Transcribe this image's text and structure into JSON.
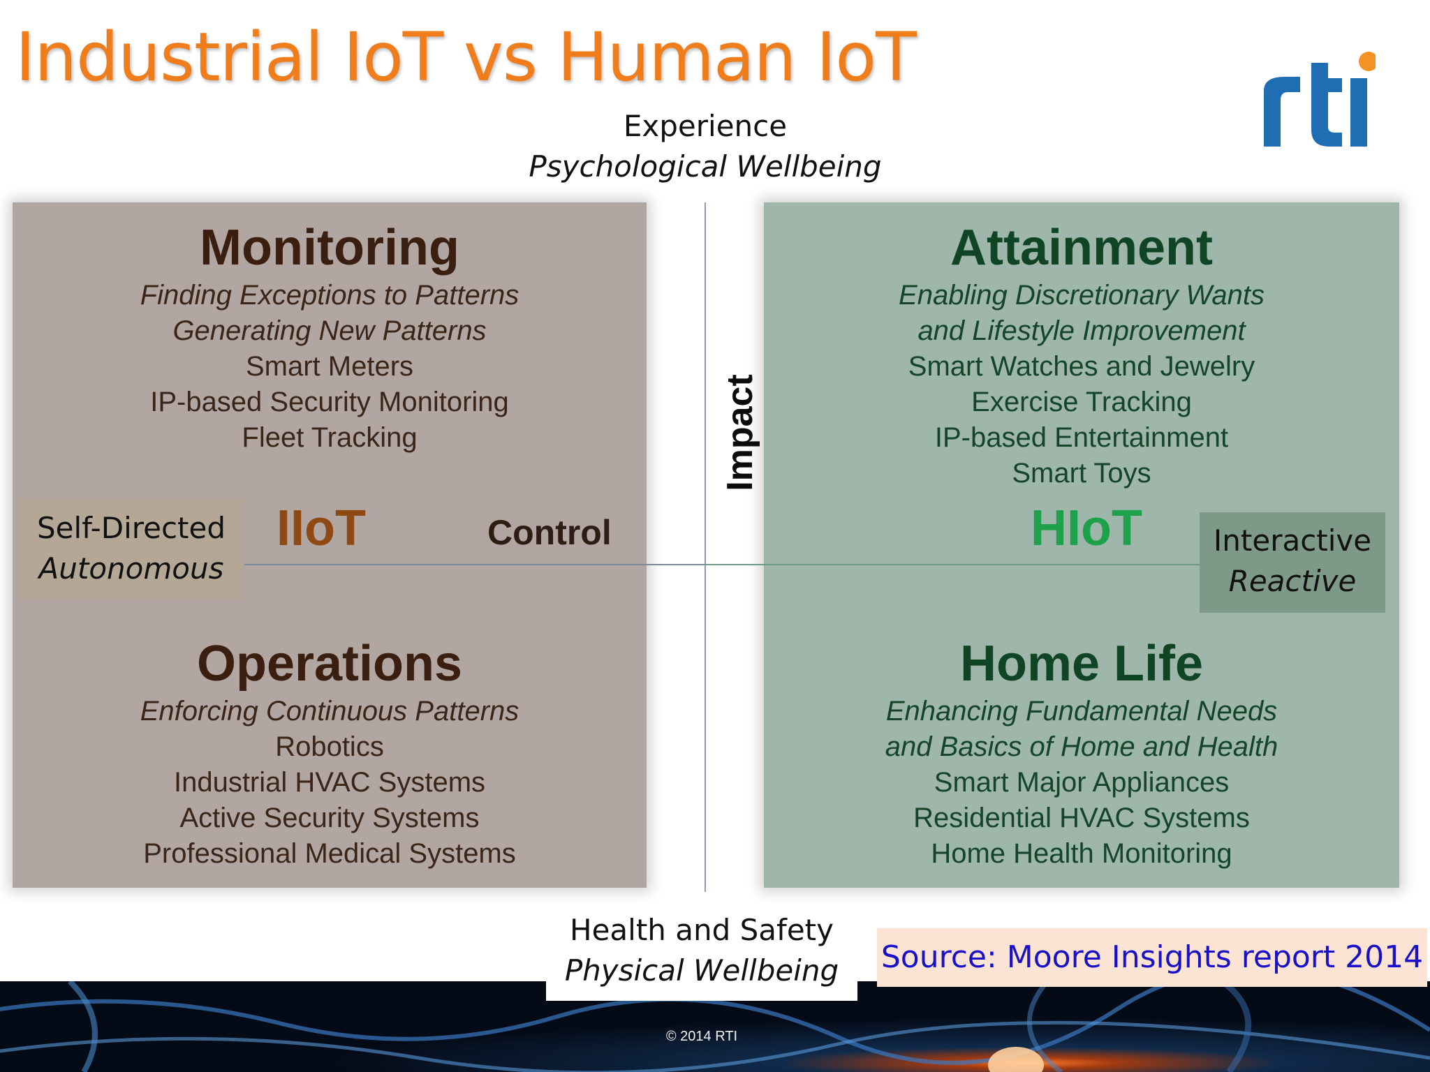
{
  "title": "Industrial IoT vs Human IoT",
  "logo": {
    "text": "rti",
    "colors": {
      "letters": "#1f6db3",
      "dot": "#f39323"
    }
  },
  "axes": {
    "top": {
      "line1": "Experience",
      "line2": "Psychological Wellbeing"
    },
    "bottom": {
      "line1": "Health and Safety",
      "line2": "Physical Wellbeing"
    },
    "left": {
      "line1": "Self-Directed",
      "line2": "Autonomous"
    },
    "right": {
      "line1": "Interactive",
      "line2": "Reactive"
    },
    "vertical_label": "Impact",
    "horizontal_label": "Control"
  },
  "quadrants": {
    "top_left": {
      "heading": "Monitoring",
      "subtitle_lines": [
        "Finding Exceptions to Patterns",
        "Generating New Patterns"
      ],
      "items": [
        "Smart Meters",
        "IP-based Security Monitoring",
        "Fleet Tracking"
      ]
    },
    "bottom_left": {
      "heading": "Operations",
      "subtitle_lines": [
        "Enforcing Continuous Patterns"
      ],
      "items": [
        "Robotics",
        "Industrial HVAC Systems",
        "Active Security Systems",
        "Professional Medical Systems"
      ]
    },
    "top_right": {
      "heading": "Attainment",
      "subtitle_lines": [
        "Enabling Discretionary Wants",
        "and Lifestyle Improvement"
      ],
      "items": [
        "Smart Watches and Jewelry",
        "Exercise Tracking",
        "IP-based Entertainment",
        "Smart Toys"
      ]
    },
    "bottom_right": {
      "heading": "Home Life",
      "subtitle_lines": [
        "Enhancing Fundamental Needs",
        "and Basics of Home and Health"
      ],
      "items": [
        "Smart Major Appliances",
        "Residential HVAC Systems",
        "Home Health Monitoring"
      ]
    }
  },
  "labels": {
    "iiot": "IIoT",
    "hiot": "HIoT"
  },
  "source": "Source: Moore Insights report 2014",
  "copyright": "© 2014 RTI",
  "colors": {
    "title": "#f07d1c",
    "left_quadrant": "#b2a6a2",
    "right_quadrant": "#9eb7aa",
    "iiot": "#8f4a14",
    "hiot": "#1fa14b",
    "source_text": "#1a10c8",
    "source_bg": "#fbe4d4"
  }
}
